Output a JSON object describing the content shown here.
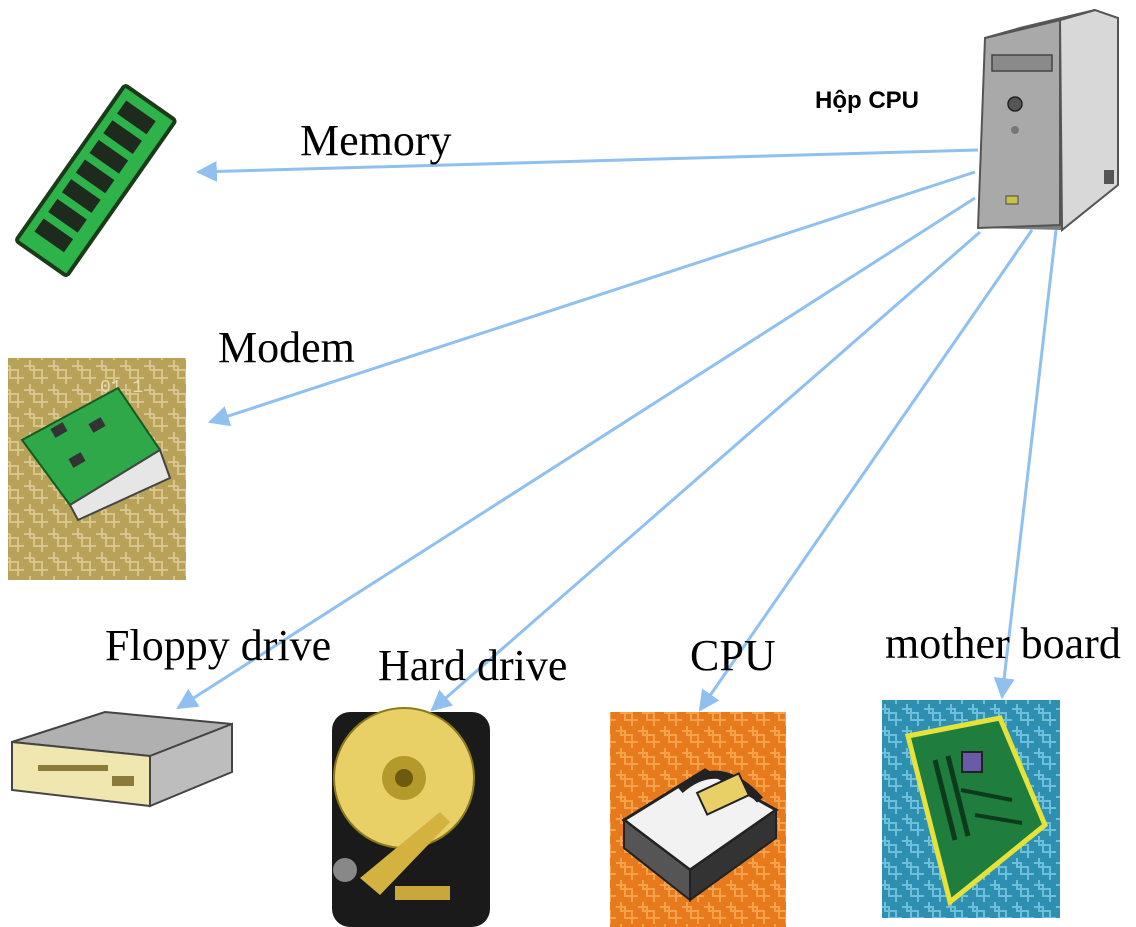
{
  "labels": {
    "case": "Hộp CPU",
    "memory": "Memory",
    "modem": "Modem",
    "floppy": "Floppy drive",
    "hard_drive": "Hard drive",
    "cpu": "CPU",
    "motherboard": "mother board"
  },
  "colors": {
    "arrow": "#8fc0ef",
    "ram_board": "#2db34a",
    "modem_bg": "#b8a25a",
    "hdd_platter": "#e8d066",
    "cpu_bg": "#e87a1e",
    "mobo_bg": "#2f8fb0"
  },
  "icons": [
    "computer-case-icon",
    "memory-icon",
    "modem-icon",
    "floppy-drive-icon",
    "hard-drive-icon",
    "cpu-icon",
    "motherboard-icon"
  ]
}
